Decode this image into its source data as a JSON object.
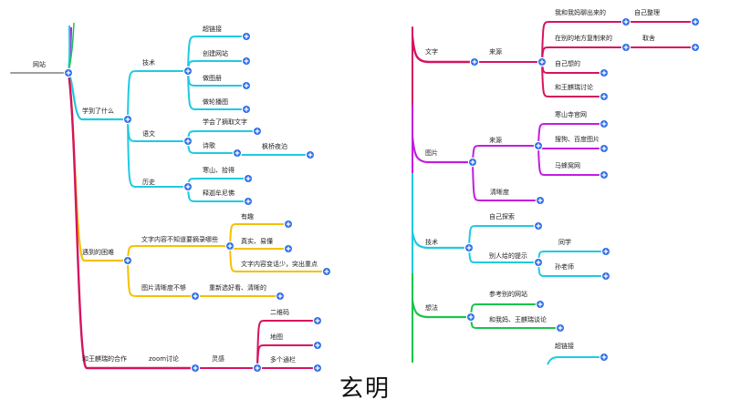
{
  "caption": "玄明",
  "colors": {
    "gray": "#9e9e9e",
    "cyan": "#1ecbe1",
    "yellow": "#f5c000",
    "magenta": "#d6135f",
    "purple": "#c21de0",
    "green": "#19c44c",
    "plus": "#2f6fe8"
  },
  "left_map": {
    "root": "网站",
    "branches": {
      "learned": {
        "label": "学到了什么",
        "tech": {
          "label": "技术",
          "items": [
            "超链接",
            "创建网站",
            "做图册",
            "做轮播图"
          ]
        },
        "chinese": {
          "label": "语文",
          "learned_text": "学会了摘取文字",
          "poem": "诗歌",
          "poem_child": "枫桥夜泊"
        },
        "history": {
          "label": "历史",
          "items": [
            "寒山、拾得",
            "释迦牟尼佛"
          ]
        }
      },
      "difficulty": {
        "label": "遇到的困难",
        "text_problem": "文字内容不知道要摘录哪些",
        "text_children": [
          "有趣",
          "真实、易懂",
          "文字内容变话少，突出重点"
        ],
        "image_problem": "图片清晰度不够",
        "image_child": "重新选好看、清晰的"
      },
      "cooperation": {
        "label": "和王麒瑞的合作",
        "zoom": "zoom讨论",
        "inspiration": "灵感",
        "items": [
          "二维码",
          "地图",
          "多个通栏"
        ]
      }
    }
  },
  "right_map": {
    "text": {
      "label": "文字",
      "source": "来源",
      "items": [
        "我和我妈聊出来的",
        "在别的地方复制来的",
        "自己想的",
        "和王麒瑞讨论"
      ],
      "item0_child": "自己整理",
      "item1_child": "取舍"
    },
    "picture": {
      "label": "图片",
      "source": "来源",
      "items": [
        "寒山寺官网",
        "搜狗、百度图片",
        "马蜂窝网"
      ],
      "clarity": "清晰度"
    },
    "tech": {
      "label": "技术",
      "self_search": "自己探索",
      "others_hint": "别人给的提示",
      "hint_children": [
        "同学",
        "孙老师"
      ]
    },
    "idea": {
      "label": "想法",
      "items": [
        "参考别的网站",
        "和我妈、王麒瑞谈论"
      ]
    },
    "cut_label": "超链接"
  }
}
